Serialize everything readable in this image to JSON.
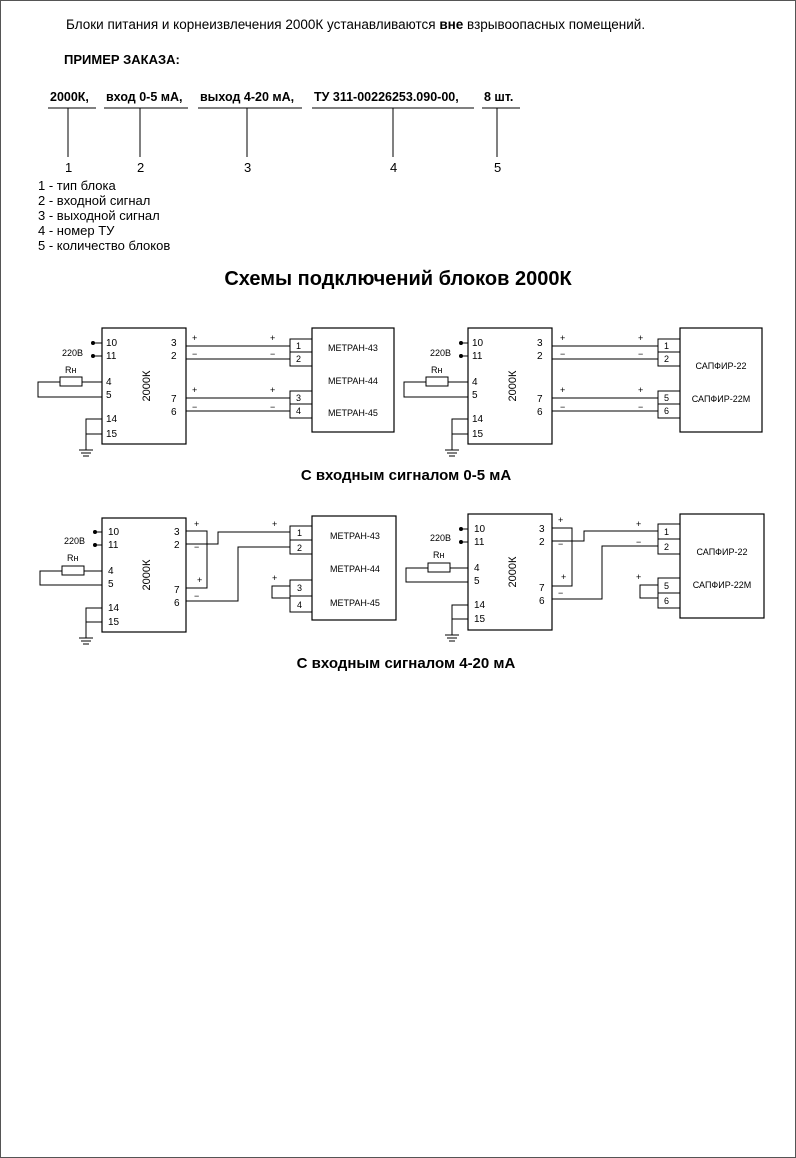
{
  "intro": {
    "pre": "Блоки питания и корнеизвлечения 2000К устанавливаются ",
    "bold": "вне",
    "post": " взрывоопасных помещений."
  },
  "example_title": "ПРИМЕР ЗАКАЗА:",
  "order_fields": [
    "2000К,",
    "вход 0-5 мА,",
    "выход 4-20 мА,",
    "ТУ 311-00226253.090-00,",
    "8 шт."
  ],
  "field_numbers": [
    "1",
    "2",
    "3",
    "4",
    "5"
  ],
  "legend": [
    "1 - тип блока",
    "2 - входной сигнал",
    "3 - выходной сигнал",
    "4 - номер ТУ",
    "5 - количество блоков"
  ],
  "schemes_title": "Схемы подключений блоков 2000К",
  "caption_0_5": "С входным сигналом 0-5 мА",
  "caption_4_20": "С входным сигналом 4-20 мА",
  "block": {
    "name": "2000К",
    "power": "220В",
    "load": "Rн",
    "pins": [
      "10",
      "11",
      "4",
      "5",
      "14",
      "15",
      "3",
      "2",
      "7",
      "6"
    ]
  },
  "sign": {
    "plus": "+",
    "minus": "−"
  },
  "metran": {
    "models": [
      "МЕТРАН-43",
      "МЕТРАН-44",
      "МЕТРАН-45"
    ],
    "pins": [
      "1",
      "2",
      "3",
      "4"
    ]
  },
  "sapfir": {
    "models": [
      "САПФИР-22",
      "САПФИР-22М"
    ],
    "pins": [
      "1",
      "2",
      "5",
      "6"
    ]
  }
}
